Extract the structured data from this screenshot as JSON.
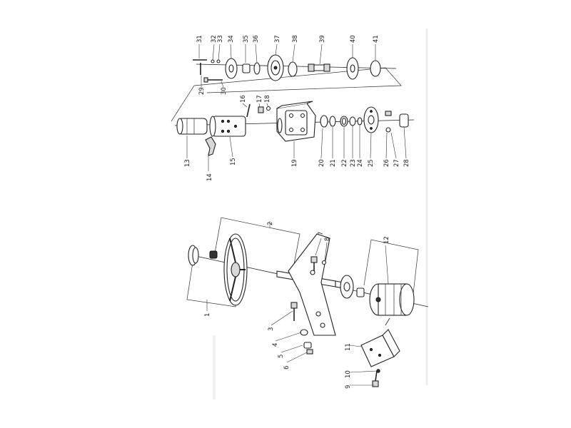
{
  "diagram": {
    "orientation": "rotated-90-ccw",
    "callouts": [
      {
        "id": "p1",
        "label": "1"
      },
      {
        "id": "p2",
        "label": "2"
      },
      {
        "id": "p3",
        "label": "3"
      },
      {
        "id": "p4",
        "label": "4"
      },
      {
        "id": "p5",
        "label": "5"
      },
      {
        "id": "p6",
        "label": "6"
      },
      {
        "id": "p7",
        "label": "7"
      },
      {
        "id": "p8",
        "label": "8"
      },
      {
        "id": "p9",
        "label": "9"
      },
      {
        "id": "p10",
        "label": "10"
      },
      {
        "id": "p11",
        "label": "11"
      },
      {
        "id": "p12",
        "label": "12"
      },
      {
        "id": "p13",
        "label": "13"
      },
      {
        "id": "p14",
        "label": "14"
      },
      {
        "id": "p15",
        "label": "15"
      },
      {
        "id": "p16",
        "label": "16"
      },
      {
        "id": "p17",
        "label": "17"
      },
      {
        "id": "p18",
        "label": "18"
      },
      {
        "id": "p19",
        "label": "19"
      },
      {
        "id": "p20",
        "label": "20"
      },
      {
        "id": "p21",
        "label": "21"
      },
      {
        "id": "p22",
        "label": "22"
      },
      {
        "id": "p23",
        "label": "23"
      },
      {
        "id": "p24",
        "label": "24"
      },
      {
        "id": "p25",
        "label": "25"
      },
      {
        "id": "p26",
        "label": "26"
      },
      {
        "id": "p27",
        "label": "27"
      },
      {
        "id": "p28",
        "label": "28"
      },
      {
        "id": "p29",
        "label": "29"
      },
      {
        "id": "p30",
        "label": "30"
      },
      {
        "id": "p31",
        "label": "31"
      },
      {
        "id": "p32",
        "label": "32"
      },
      {
        "id": "p33",
        "label": "33"
      },
      {
        "id": "p34",
        "label": "34"
      },
      {
        "id": "p35",
        "label": "35"
      },
      {
        "id": "p36",
        "label": "36"
      },
      {
        "id": "p37",
        "label": "37"
      },
      {
        "id": "p38",
        "label": "38"
      },
      {
        "id": "p39",
        "label": "39"
      },
      {
        "id": "p40",
        "label": "40"
      },
      {
        "id": "p41",
        "label": "41"
      }
    ]
  }
}
